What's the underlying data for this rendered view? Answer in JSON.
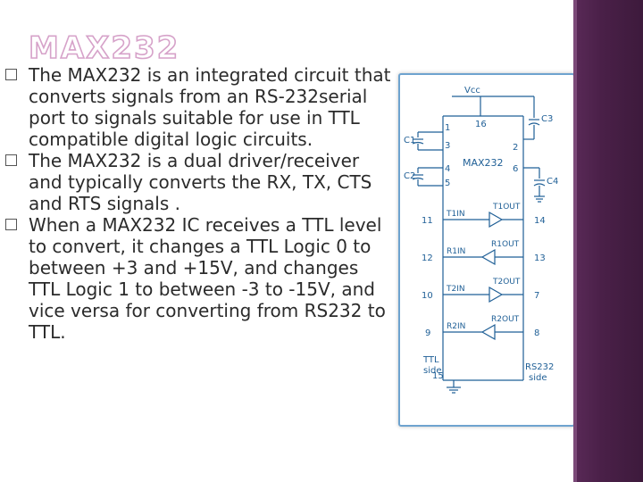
{
  "slide": {
    "title": "MAX232",
    "bullets": [
      "The MAX232 is an integrated circuit that converts signals from an  RS-232serial port to signals suitable for use in TTL  compatible digital logic circuits.",
      "The MAX232 is a dual driver/receiver and typically converts the RX, TX, CTS and RTS signals .",
      "When a MAX232 IC receives a TTL level to convert, it changes a TTL Logic 0 to between +3 and +15V, and changes TTL Logic 1 to between -3 to -15V, and vice versa for converting from RS232 to TTL."
    ]
  },
  "diagram": {
    "vcc": "Vcc",
    "chip": "MAX232",
    "cap_c1": "C1",
    "cap_c2": "C2",
    "cap_c3": "C3",
    "cap_c4": "C4",
    "pin_1": "1",
    "pin_3": "3",
    "pin_4": "4",
    "pin_5": "5",
    "pin_2": "2",
    "pin_6": "6",
    "pin_16": "16",
    "pin_15": "15",
    "pin_11": "11",
    "pin_14": "14",
    "pin_12": "12",
    "pin_13": "13",
    "pin_10": "10",
    "pin_7": "7",
    "pin_9": "9",
    "pin_8": "8",
    "t1in": "T1IN",
    "t1out": "T1OUT",
    "r1in": "R1IN",
    "r1out": "R1OUT",
    "t2in": "T2IN",
    "t2out": "T2OUT",
    "r2in": "R2IN",
    "r2out": "R2OUT",
    "ttl_side_1": "TTL",
    "ttl_side_2": "side",
    "rs232_side_1": "RS232",
    "rs232_side_2": "side"
  },
  "colors": {
    "diagram_ink": "#1f5f96",
    "title_outline": "#d6a2c9",
    "sidebar": "#4a2048"
  }
}
